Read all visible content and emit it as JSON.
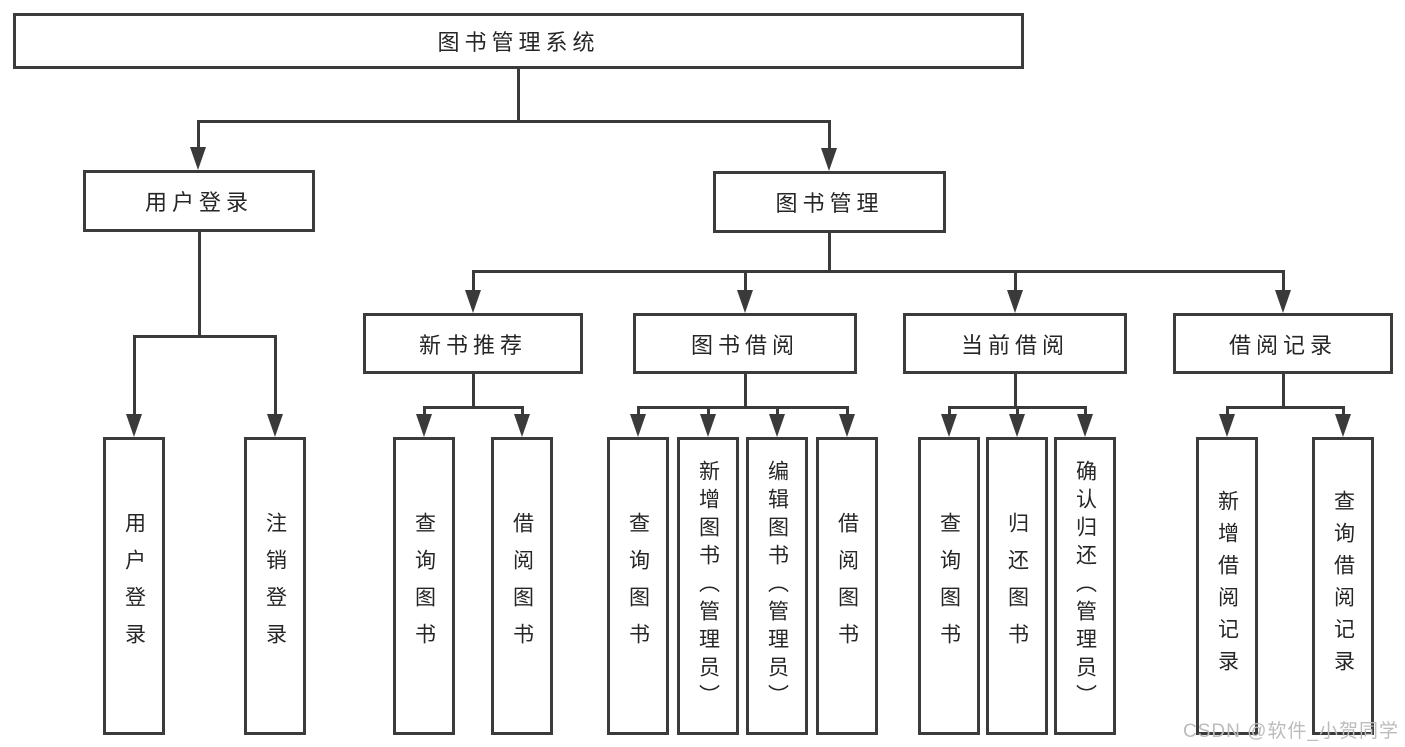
{
  "diagram": {
    "type": "hierarchy-tree",
    "title": "图书管理系统",
    "colors": {
      "background": "#ffffff",
      "box_border": "#3b3b3b",
      "connector_line": "#3a3a3a",
      "text": "#262626",
      "watermark": "#bcbcbc"
    },
    "nodes": {
      "root": {
        "label": "图书管理系统"
      },
      "user_login": {
        "label": "用户登录"
      },
      "book_mgmt": {
        "label": "图书管理"
      },
      "new_book": {
        "label": "新书推荐"
      },
      "book_borrow": {
        "label": "图书借阅"
      },
      "current_borrow": {
        "label": "当前借阅"
      },
      "borrow_records": {
        "label": "借阅记录"
      }
    },
    "leaves": [
      {
        "label": "用户登录",
        "parent": "用户登录"
      },
      {
        "label": "注销登录",
        "parent": "用户登录"
      },
      {
        "label": "查询图书",
        "parent": "新书推荐"
      },
      {
        "label": "借阅图书",
        "parent": "新书推荐"
      },
      {
        "label": "查询图书",
        "parent": "图书借阅"
      },
      {
        "label": "新增图书（管理员）",
        "parent": "图书借阅"
      },
      {
        "label": "编辑图书（管理员）",
        "parent": "图书借阅"
      },
      {
        "label": "借阅图书",
        "parent": "图书借阅"
      },
      {
        "label": "查询图书",
        "parent": "当前借阅"
      },
      {
        "label": "归还图书",
        "parent": "当前借阅"
      },
      {
        "label": "确认归还（管理员）",
        "parent": "当前借阅"
      },
      {
        "label": "新增借阅记录",
        "parent": "借阅记录"
      },
      {
        "label": "查询借阅记录",
        "parent": "借阅记录"
      }
    ],
    "watermark": "CSDN @软件_小贺同学"
  }
}
